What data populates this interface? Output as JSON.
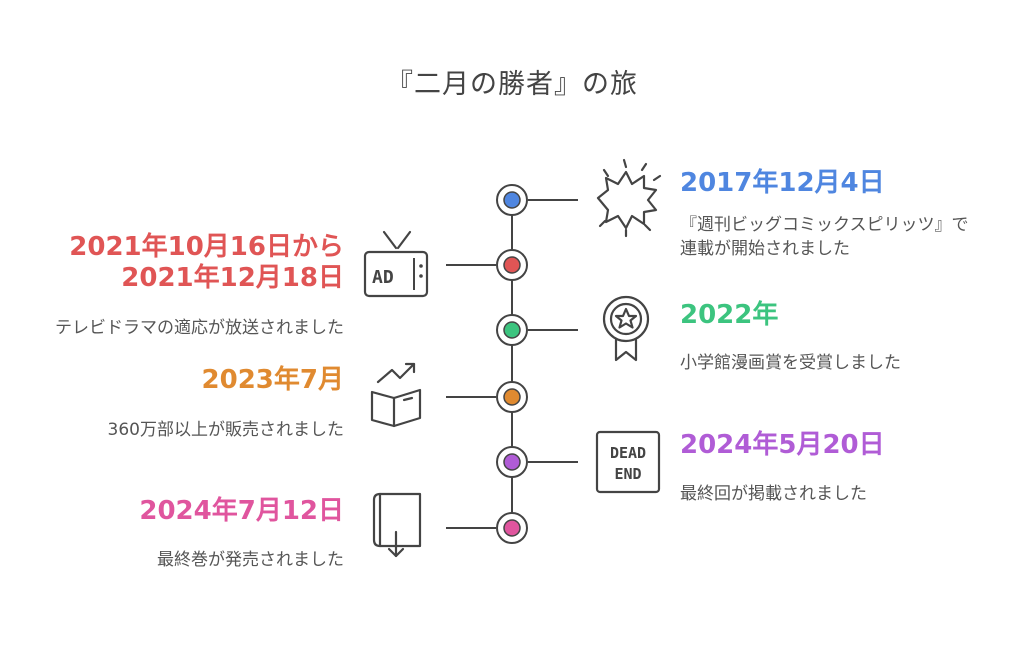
{
  "title": "『二月の勝者』の旅",
  "events": [
    {
      "date": "2017年12月4日",
      "desc": "『週刊ビッグコミックスピリッツ』で連載が開始されました",
      "color": "#4F86E0",
      "icon": "explosion-icon"
    },
    {
      "date": "2021年10月16日から2021年12月18日",
      "desc": "テレビドラマの適応が放送されました",
      "color": "#E05555",
      "icon": "tv-ad-icon"
    },
    {
      "date": "2022年",
      "desc": "小学館漫画賞を受賞しました",
      "color": "#3CC47F",
      "icon": "award-medal-icon"
    },
    {
      "date": "2023年7月",
      "desc": "360万部以上が販売されました",
      "color": "#E08A30",
      "icon": "book-sales-growth-icon"
    },
    {
      "date": "2024年5月20日",
      "desc": "最終回が掲載されました",
      "color": "#B05CD6",
      "icon": "dead-end-sign-icon"
    },
    {
      "date": "2024年7月12日",
      "desc": "最終巻が発売されました",
      "color": "#E0559E",
      "icon": "book-download-icon"
    }
  ],
  "icon_labels": {
    "tv": "AD",
    "dead_end_line1": "DEAD",
    "dead_end_line2": "END"
  }
}
